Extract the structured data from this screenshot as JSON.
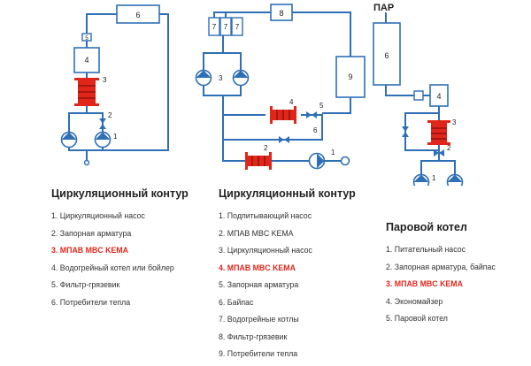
{
  "diagram": {
    "colors": {
      "pipe": "#2f6fb5",
      "component": "#e0261b",
      "text": "#333333",
      "highlight": "#e0261b"
    },
    "top_label": "ПАР",
    "left": {
      "title": "Циркуляционный контур",
      "schematic_labels": {
        "consumers": "6",
        "strainer": "5",
        "boiler": "4",
        "mpav": "3",
        "valve": "2",
        "pump": "1"
      },
      "legend": [
        {
          "num": "1.",
          "text": "Циркуляционный насос",
          "highlight": false
        },
        {
          "num": "2.",
          "text": "Запорная арматура",
          "highlight": false
        },
        {
          "num": "3.",
          "text": "МПАВ MBC KEMA",
          "highlight": true
        },
        {
          "num": "4.",
          "text": "Водогрейный котел или бойлер",
          "highlight": false
        },
        {
          "num": "5.",
          "text": "Фильтр-грязевик",
          "highlight": false
        },
        {
          "num": "6.",
          "text": "Потребители тепла",
          "highlight": false
        }
      ]
    },
    "middle": {
      "title": "Циркуляционный контур",
      "schematic_labels": {
        "boiler_a": "7",
        "boiler_b": "7",
        "boiler_c": "7",
        "strainer": "8",
        "consumers": "9",
        "pump_circ": "3",
        "mpav_upper": "4",
        "valve": "5",
        "bypass": "6",
        "mpav_lower": "2",
        "pump_feed": "1"
      },
      "legend": [
        {
          "num": "1.",
          "text": "Подпитывающий насос",
          "highlight": false
        },
        {
          "num": "2.",
          "text": "МПАВ MBC KEMA",
          "highlight": false
        },
        {
          "num": "3.",
          "text": "Циркуляционный насос",
          "highlight": false
        },
        {
          "num": "4.",
          "text": "МПАВ MBC KEMA",
          "highlight": true
        },
        {
          "num": "5.",
          "text": "Запорная арматура",
          "highlight": false
        },
        {
          "num": "6.",
          "text": "Байпас",
          "highlight": false
        },
        {
          "num": "7.",
          "text": "Водогрейные котлы",
          "highlight": false
        },
        {
          "num": "8.",
          "text": "Фильтр-грязевик",
          "highlight": false
        },
        {
          "num": "9.",
          "text": "Потребители тепла",
          "highlight": false
        }
      ]
    },
    "right": {
      "title": "Паровой котел",
      "schematic_labels": {
        "steam_boiler": "6",
        "economizer": "4",
        "mpav": "3",
        "valve": "2",
        "pump": "1"
      },
      "legend": [
        {
          "num": "1.",
          "text": "Питательный насос",
          "highlight": false
        },
        {
          "num": "2.",
          "text": "Запорная арматура, байпас",
          "highlight": false
        },
        {
          "num": "3.",
          "text": "МПАВ MBC KEMA",
          "highlight": true
        },
        {
          "num": "4.",
          "text": "Экономайзер",
          "highlight": false
        },
        {
          "num": "5.",
          "text": "Паровой котел",
          "highlight": false
        }
      ]
    }
  }
}
